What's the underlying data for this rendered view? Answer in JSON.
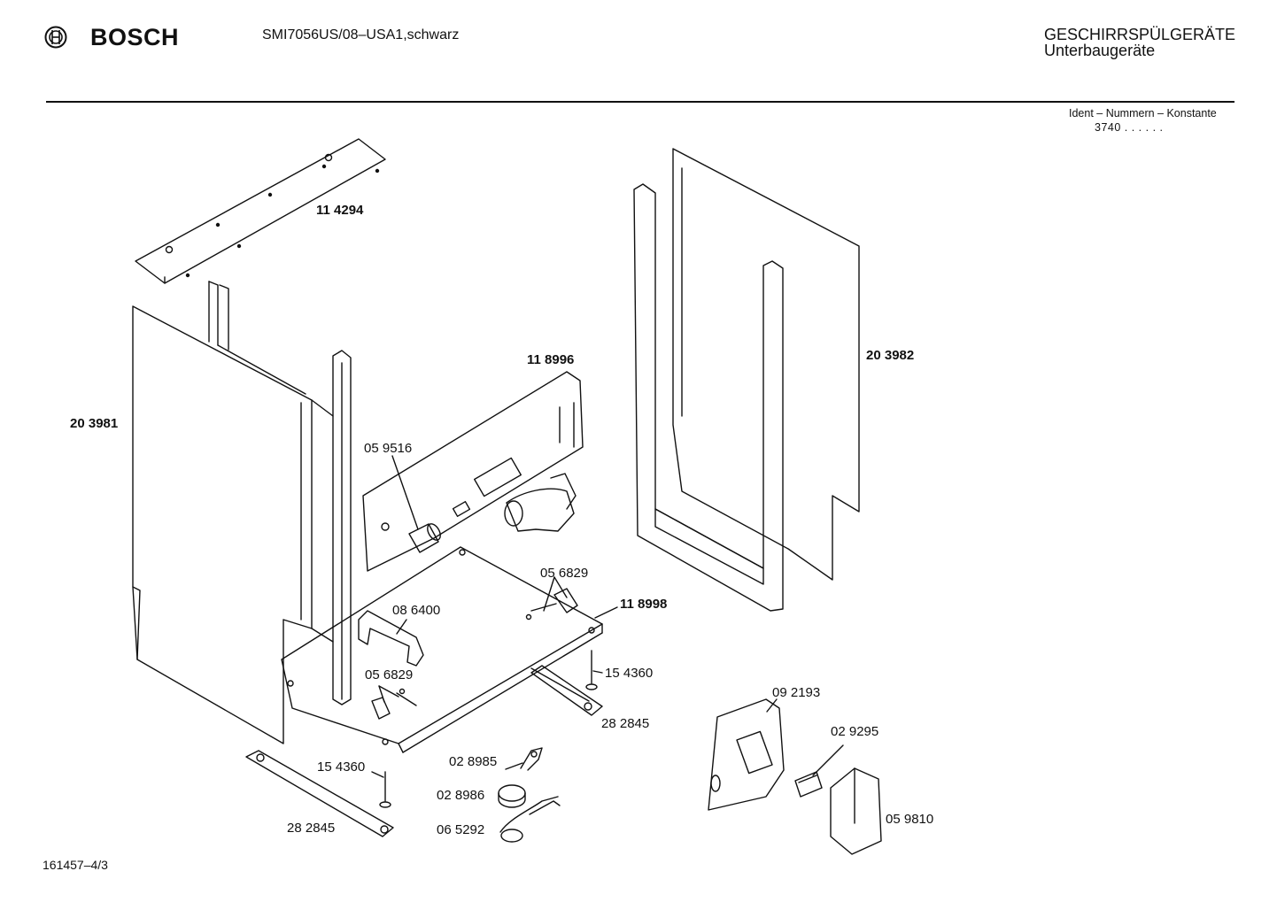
{
  "header": {
    "brand": "BOSCH",
    "model": "SMI7056US/08–USA1,schwarz",
    "category_line1": "GESCHIRRSPÜLGERÄTE",
    "category_line2": "Unterbaugeräte",
    "ident_title": "Ident – Nummern – Konstante",
    "ident_value": "3740  .  .    .  .  .  ."
  },
  "footer": {
    "drawing_number": "161457–4/3"
  },
  "parts": [
    {
      "label": "11 4294",
      "bold": true
    },
    {
      "label": "20 3981",
      "bold": true
    },
    {
      "label": "11 8996",
      "bold": true
    },
    {
      "label": "20 3982",
      "bold": true
    },
    {
      "label": "05 9516",
      "bold": false
    },
    {
      "label": "05 6829",
      "bold": false
    },
    {
      "label": "11 8998",
      "bold": true
    },
    {
      "label": "08 6400",
      "bold": false
    },
    {
      "label": "15 4360",
      "bold": false
    },
    {
      "label": "05 6829",
      "bold": false
    },
    {
      "label": "09 2193",
      "bold": false
    },
    {
      "label": "28 2845",
      "bold": false
    },
    {
      "label": "02 9295",
      "bold": false
    },
    {
      "label": "02 8985",
      "bold": false
    },
    {
      "label": "15 4360",
      "bold": false
    },
    {
      "label": "02 8986",
      "bold": false
    },
    {
      "label": "05 9810",
      "bold": false
    },
    {
      "label": "28 2845",
      "bold": false
    },
    {
      "label": "06 5292",
      "bold": false
    }
  ],
  "icons": {
    "logo": "bosch-armature-logo-icon"
  }
}
